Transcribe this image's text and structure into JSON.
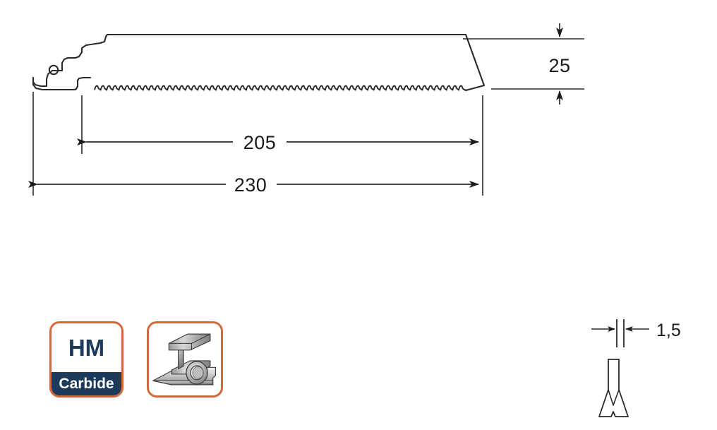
{
  "drawing": {
    "title": "Reciprocating saw blade technical drawing",
    "background_color": "#ffffff",
    "line_color": "#1a1a1a",
    "dimensions": {
      "total_length": {
        "value": "230",
        "unit_implied": "mm",
        "label": "total-length"
      },
      "cutting_length": {
        "value": "205",
        "unit_implied": "mm",
        "label": "cutting-length"
      },
      "blade_height": {
        "value": "25",
        "unit_implied": "mm",
        "label": "blade-height"
      },
      "blade_thickness": {
        "value": "1,5",
        "unit_implied": "mm",
        "label": "blade-thickness"
      }
    }
  },
  "badges": {
    "carbide": {
      "top_label": "HM",
      "bottom_label": "Carbide",
      "border_color": "#d4673b",
      "accent_color": "#1b3a5c",
      "icon_name": "hm-carbide-badge"
    },
    "material": {
      "icon_name": "metal-profiles-icon",
      "border_color": "#d4673b",
      "description": "metal profiles: I-beam, round tube, flat bar"
    }
  },
  "tooth_detail": {
    "icon_name": "tooth-cross-section-icon",
    "description": "blade tooth set cross-section"
  }
}
